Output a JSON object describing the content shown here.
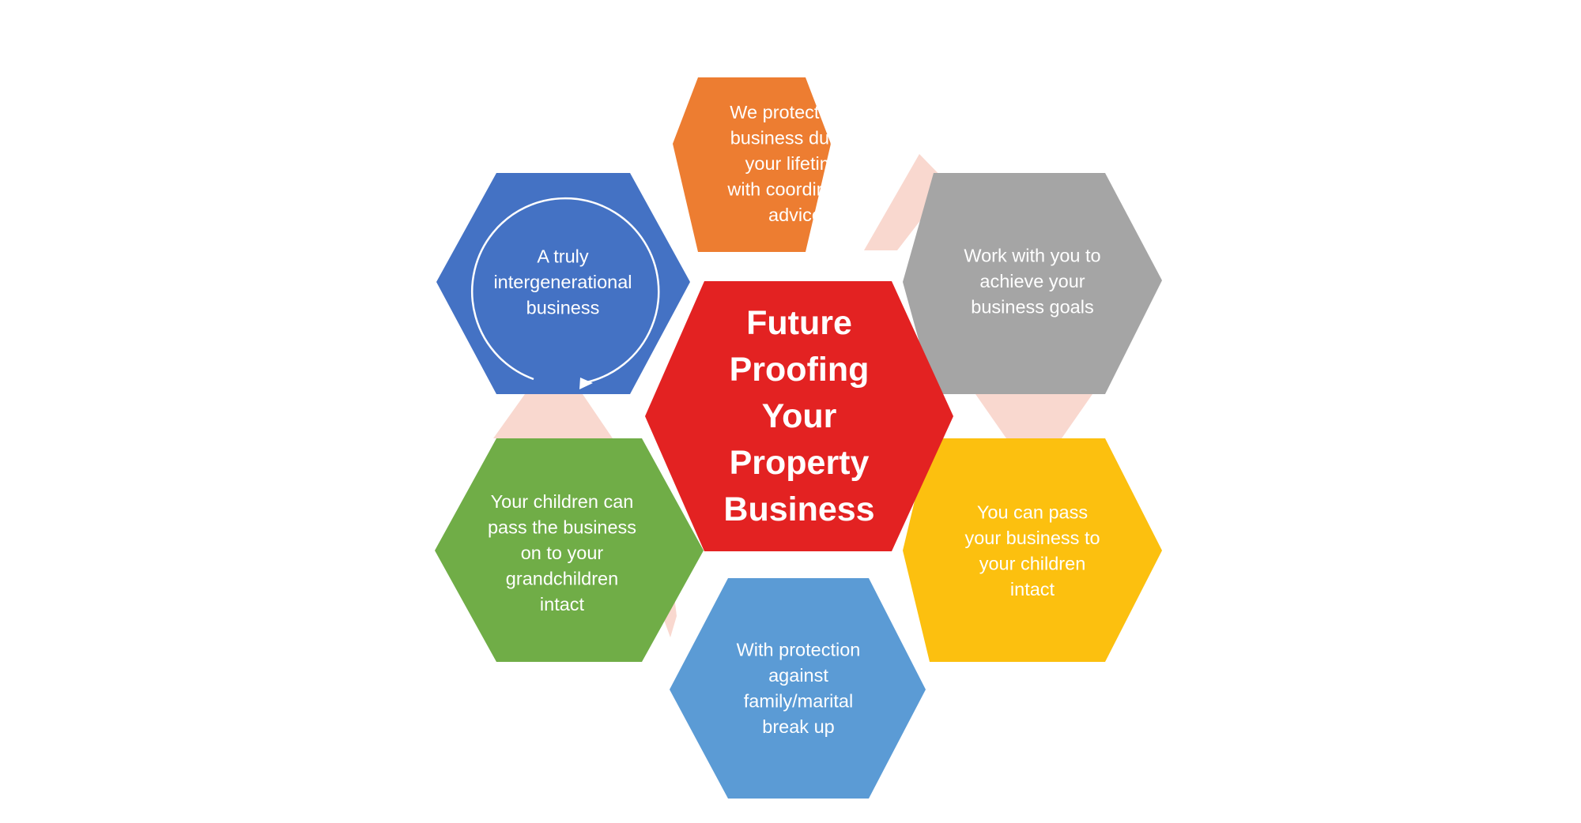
{
  "center": {
    "lines": [
      "Future",
      "Proofing",
      "Your",
      "Property",
      "Business"
    ],
    "color": "#e32222"
  },
  "nodes": [
    {
      "id": "lifetime",
      "color": "#ed7d31",
      "lines": [
        "We protect your",
        "business during",
        "your lifetime",
        "with coordinated",
        "advice"
      ]
    },
    {
      "id": "goals",
      "color": "#a5a5a5",
      "lines": [
        "Work with you to",
        "achieve your",
        "business goals"
      ]
    },
    {
      "id": "children",
      "color": "#fcc00f",
      "lines": [
        "You can pass",
        "your business to",
        "your children",
        "intact"
      ]
    },
    {
      "id": "protection",
      "color": "#5b9bd5",
      "lines": [
        "With protection",
        "against",
        "family/marital",
        "break up"
      ]
    },
    {
      "id": "grandchildren",
      "color": "#70ad47",
      "lines": [
        "Your children can",
        "pass the business",
        "on to your",
        "grandchildren",
        "intact"
      ]
    },
    {
      "id": "intergenerational",
      "color": "#4472c4",
      "lines": [
        "A truly",
        "intergenerational",
        "business"
      ]
    }
  ],
  "connector_color": "#f9d8cf"
}
